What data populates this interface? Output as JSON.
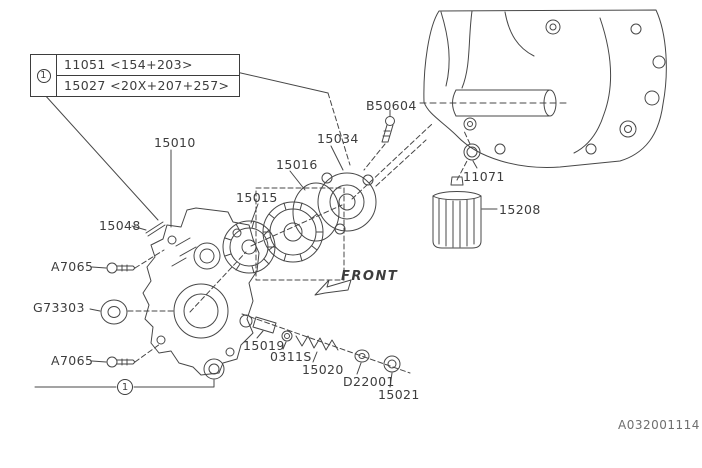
{
  "legend": {
    "marker": "1",
    "rows": [
      {
        "part": "11051",
        "range": "<154+203>"
      },
      {
        "part": "15027",
        "range": "<20X+207+257>"
      }
    ]
  },
  "labels": {
    "b50604": "B50604",
    "p15034": "15034",
    "p15016": "15016",
    "p15010": "15010",
    "p15015": "15015",
    "p11071": "11071",
    "p15208": "15208",
    "p15048": "15048",
    "a7065_upper": "A7065",
    "g73303": "G73303",
    "a7065_lower": "A7065",
    "p15019": "15019",
    "p0311s": "0311S",
    "p15020": "15020",
    "d22001": "D22001",
    "p15021": "15021"
  },
  "annotations": {
    "front": "FRONT",
    "callout_marker": "1",
    "diagram_id": "A032001114"
  }
}
